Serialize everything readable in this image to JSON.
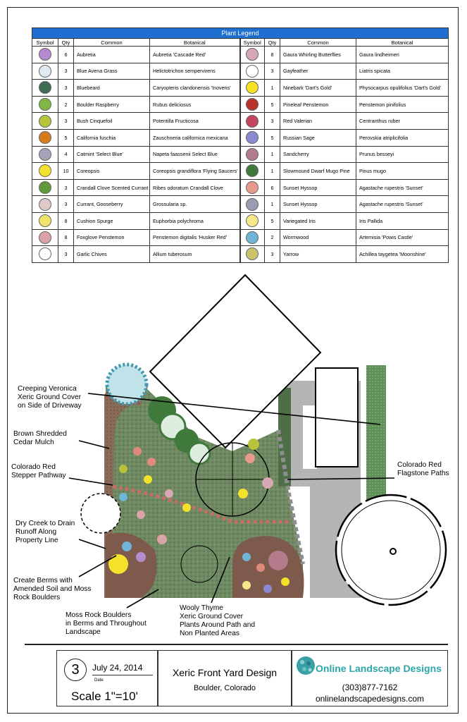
{
  "legend": {
    "title": "Plant Legend",
    "columns": [
      "Symbol",
      "Qty",
      "Common",
      "Botanical"
    ],
    "left": [
      {
        "qty": "6",
        "common": "Aubretia",
        "botanical": "Aubretia 'Cascade Red'",
        "color": "#b58bd0",
        "icon": "aubretia-icon"
      },
      {
        "qty": "3",
        "common": "Blue Avena Grass",
        "botanical": "Helictotrichon sempervirens",
        "color": "#dfeaf2",
        "icon": "blue-avena-grass-icon"
      },
      {
        "qty": "3",
        "common": "Bluebeard",
        "botanical": "Caryopteris clandonensis 'Inoveris'",
        "color": "#3e6e52",
        "icon": "bluebeard-icon"
      },
      {
        "qty": "2",
        "common": "Boulder Raspberry",
        "botanical": "Rubus deliciosus",
        "color": "#7fb84a",
        "icon": "boulder-raspberry-icon"
      },
      {
        "qty": "3",
        "common": "Bush Cinquefoil",
        "botanical": "Potentilla Fructicosa",
        "color": "#b8c23a",
        "icon": "bush-cinquefoil-icon"
      },
      {
        "qty": "5",
        "common": "California fuschia",
        "botanical": "Zauschneria californica mexicana",
        "color": "#d87a1e",
        "icon": "california-fuschia-icon"
      },
      {
        "qty": "4",
        "common": "Catmint 'Select Blue'",
        "botanical": "Napeta faassenii Select Blue",
        "color": "#a7a2b8",
        "icon": "catmint-icon"
      },
      {
        "qty": "10",
        "common": "Coreopsis",
        "botanical": "Coreopsis grandiflora 'Flying Saucers'",
        "color": "#f4e12a",
        "icon": "coreopsis-icon"
      },
      {
        "qty": "3",
        "common": "Crandall Clove Scented Currant",
        "botanical": "Ribes odoratum Crandall Clove",
        "color": "#5e9a3c",
        "icon": "crandall-currant-icon"
      },
      {
        "qty": "3",
        "common": "Currant, Gooseberry",
        "botanical": "Grossularia sp.",
        "color": "#e2c9c9",
        "icon": "gooseberry-icon"
      },
      {
        "qty": "8",
        "common": "Cushion Spurge",
        "botanical": "Euphorbia polychroma",
        "color": "#f2e46a",
        "icon": "cushion-spurge-icon"
      },
      {
        "qty": "8",
        "common": "Foxglove Penstemon",
        "botanical": "Penstemon digitalis 'Husker Red'",
        "color": "#d9a3a8",
        "icon": "foxglove-penstemon-icon"
      },
      {
        "qty": "3",
        "common": "Garlic Chives",
        "botanical": "Allium tuberosum",
        "color": "#ffffff",
        "icon": "garlic-chives-icon"
      }
    ],
    "right": [
      {
        "qty": "8",
        "common": "Gaura Whirling Butterflies",
        "botanical": "Gaura lindheimeri",
        "color": "#d6a7b5",
        "icon": "gaura-icon"
      },
      {
        "qty": "3",
        "common": "Gayfeather",
        "botanical": "Liatris spicata",
        "color": "#ffffff",
        "icon": "gayfeather-icon"
      },
      {
        "qty": "1",
        "common": "Ninebark 'Dart's Gold'",
        "botanical": "Physocarpus opulifolius 'Dart's Gold'",
        "color": "#f7e326",
        "icon": "ninebark-icon"
      },
      {
        "qty": "5",
        "common": "Pineleaf Penstemon",
        "botanical": "Penstemon pinifolius",
        "color": "#b8332c",
        "icon": "pineleaf-penstemon-icon"
      },
      {
        "qty": "3",
        "common": "Red Valerian",
        "botanical": "Centranthus ruber",
        "color": "#c7455c",
        "icon": "red-valerian-icon"
      },
      {
        "qty": "5",
        "common": "Russian Sage",
        "botanical": "Perovskia atriplicifolia",
        "color": "#8a8ad0",
        "icon": "russian-sage-icon"
      },
      {
        "qty": "1",
        "common": "Sandcherry",
        "botanical": "Prunus besseyi",
        "color": "#b37b8c",
        "icon": "sandcherry-icon"
      },
      {
        "qty": "1",
        "common": "Slowmound Dwarf Mugo Pine",
        "botanical": "Pinus mugo",
        "color": "#3f7a3a",
        "icon": "mugo-pine-icon"
      },
      {
        "qty": "6",
        "common": "Sunset Hyssop",
        "botanical": "Agastache rupestris 'Sunset'",
        "color": "#e89a8c",
        "icon": "sunset-hyssop-icon"
      },
      {
        "qty": "1",
        "common": "Sunset Hyssop",
        "botanical": "Agastache rupestris 'Sunset'",
        "color": "#9a9cb4",
        "icon": "sunset-hyssop-2-icon"
      },
      {
        "qty": "5",
        "common": "Variegated Iris",
        "botanical": "Iris Pallida",
        "color": "#f6e88a",
        "icon": "variegated-iris-icon"
      },
      {
        "qty": "2",
        "common": "Wormwood",
        "botanical": "Artemisia 'Powis Castle'",
        "color": "#6fb5d6",
        "icon": "wormwood-icon"
      },
      {
        "qty": "3",
        "common": "Yarrow",
        "botanical": "Achillea taygetea 'Moonshine'",
        "color": "#c8c46a",
        "icon": "yarrow-icon"
      }
    ]
  },
  "callouts": {
    "veronica": "Creeping Veronica\nXeric Ground Cover\non Side of Driveway",
    "mulch": "Brown Shredded\nCedar Mulch",
    "stepper": "Colorado Red\nStepper Pathway",
    "creek": "Dry Creek to Drain\nRunoff Along\nProperty Line",
    "berms": "Create Berms with\nAmended Soil and Moss\nRock Boulders",
    "boulders": "Moss Rock Boulders\nin Berms and Throughout\nLandscape",
    "thyme": "Wooly Thyme\nXeric Ground Cover\nPlants Around Path and\nNon Planted Areas",
    "flagstone": "Colorado Red\nFlagstone Paths"
  },
  "title_block": {
    "sheet_number": "3",
    "date": "July 24, 2014",
    "date_label": "Date",
    "scale": "Scale 1\"=10'",
    "title": "Xeric Front Yard Design",
    "location": "Boulder, Colorado",
    "company": "Online Landscape Designs",
    "phone": "(303)877-7162",
    "website": "onlinelandscapedesigns.com"
  },
  "colors": {
    "legend_header": "#1f6fd0",
    "mulch": "#8a6a58",
    "ground_cover": "#6f8a62",
    "path": "#a9a9a9",
    "stepper": "#c46e66"
  }
}
